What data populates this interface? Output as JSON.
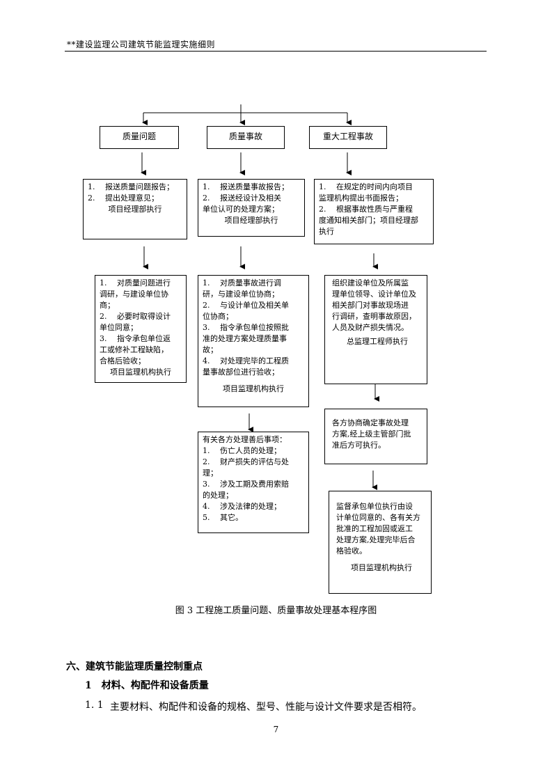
{
  "header": {
    "title": "**建设监理公司建筑节能监理实施细则"
  },
  "flowchart": {
    "categories": [
      "质量问题",
      "质量事故",
      "重大工程事故"
    ],
    "col1": {
      "step1": [
        "1.　 报送质量问题报告；",
        "2.　 提出处理意见；",
        "项目经理部执行"
      ],
      "step2": [
        "1.　 对质量问题进行",
        "调研，与建设单位协",
        "商；",
        "2.　 必要时取得设计",
        "单位同意；",
        "3.　 指令承包单位返",
        "工或修补工程缺陷，",
        "合格后验收；",
        "项目监理机构执行"
      ]
    },
    "col2": {
      "step1": [
        "1.　 报送质量事故报告；",
        "2.　 报送经设计及相关",
        "单位认可的处理方案；",
        "项目经理部执行"
      ],
      "step2": [
        "1.　 对质量事故进行调",
        "研，与建设单位协商；",
        "2.　 与设计单位及相关单",
        "位协商；",
        "3.　 指令承包单位按照批",
        "准的处理方案处理质量事",
        "故；",
        "4.　 对处理完毕的工程质",
        "量事故部位进行验收；",
        "项目监理机构执行"
      ],
      "step3": [
        "有关各方处理善后事项：",
        "1.　 伤亡人员的处理；",
        "2.　 财产损失的评估与处",
        "理；",
        "3.　 涉及工期及费用索赔",
        "的处理；",
        "4.　 涉及法律的处理；",
        "5.　 其它。"
      ]
    },
    "col3": {
      "step1": [
        "1.　 在规定的时间内向项目",
        "监理机构提出书面报告；",
        "2.　 根据事故性质与严重程",
        "度通知相关部门；项目经理部",
        "执行"
      ],
      "step2": [
        "组织建设单位及所属监",
        "理单位领导、设计单位及",
        "相关部门对事故现场进",
        "行调研，查明事故原因，",
        "人员及财产损失情况。",
        "总监理工程师执行"
      ],
      "step3": [
        "各方协商确定事故处理",
        "方案,经上级主管部门批",
        "准后方可执行。"
      ],
      "step4": [
        "监督承包单位执行由设",
        "计单位同意的、各有关方",
        "批准的工程加固或返工",
        "处理方案,处理完毕后合",
        "格验收。",
        "项目监理机构执行"
      ]
    },
    "caption": "图 3  工程施工质量问题、质量事故处理基本程序图"
  },
  "section": {
    "heading": "六、建筑节能监理质量控制重点",
    "subheading": "1　材料、构配件和设备质量",
    "item_num": "1. 1",
    "item_text": "主要材料、构配件和设备的规格、型号、性能与设计文件要求是否相符。"
  },
  "page_number": "7"
}
